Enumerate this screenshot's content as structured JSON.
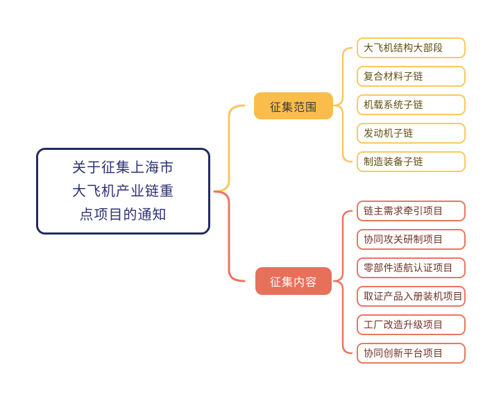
{
  "app": {
    "background": "#FFFFFF",
    "type": "mindmap"
  },
  "root": {
    "label": "关于征集上海市\n大飞机产业链重\n点项目的通知",
    "border_color": "#232A63",
    "text_color": "#2B3274",
    "fill": "#FFFFFF"
  },
  "branches": [
    {
      "label": "征集范围",
      "theme": {
        "fill": "#FABD4B",
        "label_text": "#3A3A3A",
        "line": "#FAC75C",
        "child_border": "#FAC95F",
        "child_text": "#614E0C",
        "child_fill": "#FFFFFF"
      },
      "children": [
        "大飞机结构大部段",
        "复合材料子链",
        "机载系统子链",
        "发动机子链",
        "制造装备子链"
      ]
    },
    {
      "label": "征集内容",
      "theme": {
        "fill": "#E7705A",
        "label_text": "#FFFFFF",
        "line": "#E97660",
        "child_border": "#E97660",
        "child_text": "#6F3125",
        "child_fill": "#FFFFFF"
      },
      "children": [
        "链主需求牵引项目",
        "协同攻关研制项目",
        "零部件适航认证项目",
        "取证产品入册装机项目",
        "工厂改造升级项目",
        "协同创新平台项目"
      ]
    }
  ]
}
